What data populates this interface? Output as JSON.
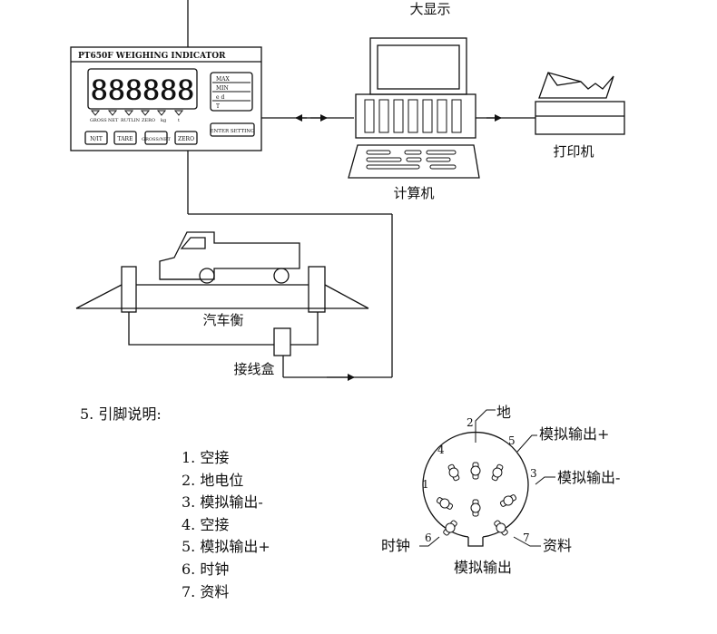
{
  "indicator": {
    "model": "PT650F WEIGHING INDICATOR",
    "digits": "888888",
    "indicator_labels": [
      "GROSS",
      "NET",
      "RUTLIN",
      "ZERO",
      "kg",
      "t"
    ],
    "side_rows": [
      "MAX",
      "MIN",
      "e d",
      "T"
    ],
    "side_button": "ENTER SETTING",
    "buttons": [
      "N/IT",
      "TARE",
      "GROSS/NET",
      "ZERO"
    ]
  },
  "labels": {
    "big_display": "大显示",
    "computer": "计算机",
    "printer": "打印机",
    "truck_scale": "汽车衡",
    "junction_box": "接线盒"
  },
  "pin_section": {
    "title": "5. 引脚说明:",
    "items": [
      "1. 空接",
      "2. 地电位",
      "3. 模拟输出-",
      "4. 空接",
      "5. 模拟输出+",
      "6. 时钟",
      "7. 资料"
    ]
  },
  "connector": {
    "pin_numbers": [
      "1",
      "2",
      "3",
      "4",
      "5",
      "6",
      "7"
    ],
    "pin2_label": "地",
    "pin5_label": "模拟输出+",
    "pin3_label": "模拟输出-",
    "pin6_label": "时钟",
    "pin7_label": "资料",
    "caption": "模拟输出"
  }
}
